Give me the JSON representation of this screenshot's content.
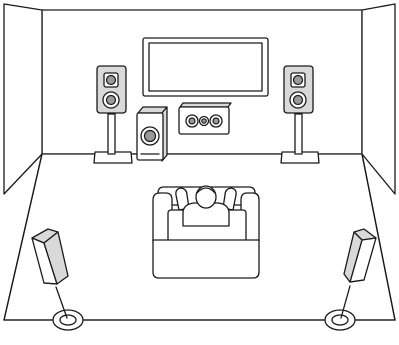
{
  "diagram": {
    "kind": "5.1 home theater speaker placement",
    "colors": {
      "outline": "#1a1a1a",
      "wall_fill": "#ffffff",
      "speaker_fill": "#d9d9d9",
      "cone_fill": "#9a9a9a"
    },
    "components": [
      "room",
      "television",
      "front-left-speaker",
      "front-right-speaker",
      "center-speaker",
      "subwoofer",
      "sofa",
      "listener",
      "surround-left-speaker",
      "surround-right-speaker"
    ]
  }
}
